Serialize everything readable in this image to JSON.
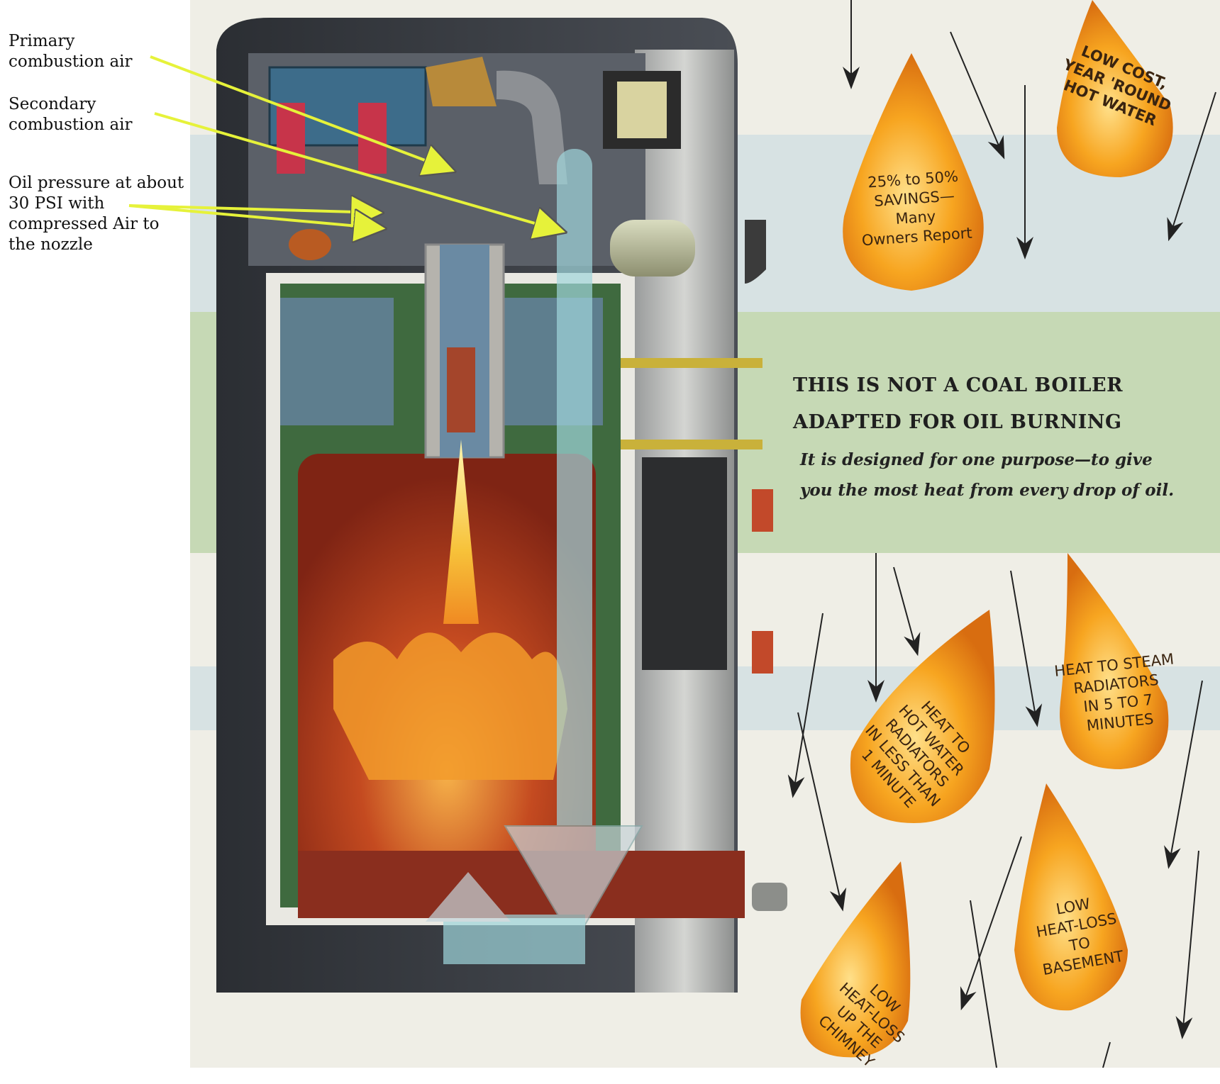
{
  "callouts": {
    "primary_air": "Primary\ncombustion air",
    "secondary_air": "Secondary\ncombustion air",
    "oil_pressure": "Oil pressure at about\n30 PSI with\ncompressed Air to\nthe nozzle"
  },
  "headline": {
    "line1": "THIS IS NOT A COAL BOILER",
    "line2": "ADAPTED FOR OIL BURNING",
    "sub1": "It is designed for one purpose—to give",
    "sub2": "you the most heat from every drop of oil."
  },
  "drops": {
    "d1": "LOW COST,\nYEAR 'ROUND\nHOT WATER",
    "d2": "25% to 50%\nSAVINGS—\nMany\nOwners Report",
    "d3": "HEAT TO STEAM\nRADIATORS\nIN 5 TO 7\nMINUTES",
    "d4": "HEAT TO\nHOT WATER\nRADIATORS\nIN LESS THAN\n1 MINUTE",
    "d5": "LOW\nHEAT-LOSS\nTO\nBASEMENT",
    "d6": "LOW\nHEAT-LOSS\nUP THE\nCHIMNEY"
  },
  "colors": {
    "drop": "#f6a21e",
    "callout_arrow": "#e6f23a",
    "band_green": "#c9dcb8",
    "band_blue": "#d6e2e4",
    "flame": "#f3b12a",
    "firebox": "#a3341c",
    "water_jacket": "#3f6a3f",
    "flue_arrow": "#9fd6dc"
  }
}
